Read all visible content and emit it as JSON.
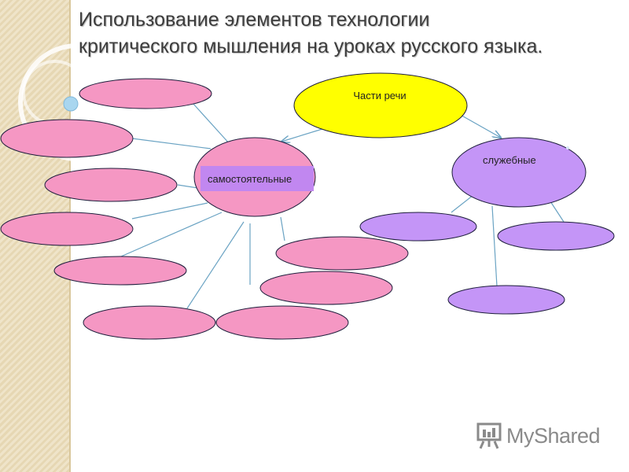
{
  "title": {
    "line1": "Использование элементов технологии",
    "line2": "критического мышления на уроках русского языка."
  },
  "diagram": {
    "root_label": "Части речи",
    "left_branch_label": "самостоятельные",
    "right_branch_label": "служебные",
    "left_leaf_count": 9,
    "right_leaf_count": 3
  },
  "colors": {
    "root_fill": "#ffff00",
    "left_fill": "#f597c3",
    "left_label_box": "#c187f0",
    "right_fill": "#c495f7",
    "edge": "#6aa3c3",
    "outline": "#1e1e3c"
  },
  "watermark": {
    "text": "MyShared",
    "icon": "presentation-board-icon"
  }
}
